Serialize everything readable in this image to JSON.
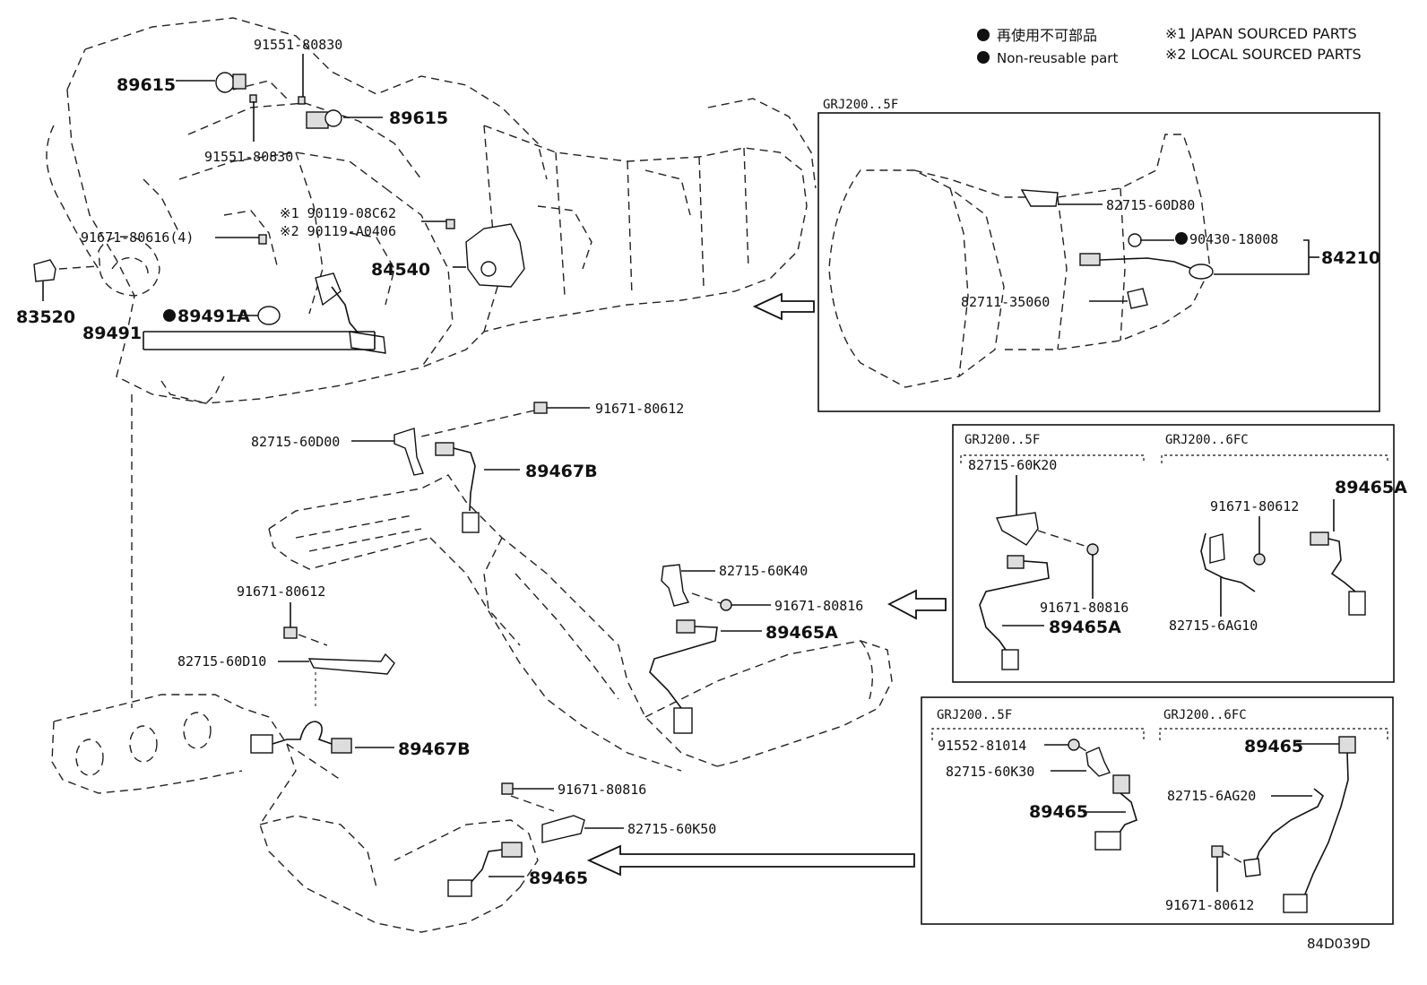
{
  "legend": {
    "japanese": "再使用不可部品",
    "english": "Non-reusable part",
    "note1": "※1 JAPAN SOURCED PARTS",
    "note2": "※2 LOCAL SOURCED PARTS"
  },
  "diagram_id": "84D039D",
  "main": {
    "p89615_left": "89615",
    "p89615_right": "89615",
    "p91551_top": "91551-80830",
    "p91551_mid": "91551-80830",
    "p90119_1": "※1 90119-08C62",
    "p90119_2": "※2 90119-A0406",
    "p91671_80616": "91671-80616(4)",
    "p83520": "83520",
    "p84540": "84540",
    "p89491": "89491",
    "p89491A": "89491A",
    "p91671_80612_top": "91671-80612",
    "p82715_60D00": "82715-60D00",
    "p89467B_top": "89467B",
    "p82715_60K40": "82715-60K40",
    "p91671_80816_mid": "91671-80816",
    "p89465A_mid": "89465A",
    "p91671_80612_left": "91671-80612",
    "p82715_60D10": "82715-60D10",
    "p89467B_bot": "89467B",
    "p91671_80816_bot": "91671-80816",
    "p82715_60K50": "82715-60K50",
    "p89465_bot": "89465"
  },
  "box1": {
    "title": "GRJ200..5F",
    "p82715_60D80": "82715-60D80",
    "p90430": "90430-18008",
    "p84210": "84210",
    "p82711": "82711-35060"
  },
  "box2": {
    "title_left": "GRJ200..5F",
    "title_right": "GRJ200..6FC",
    "p82715_60K20": "82715-60K20",
    "p91671_80816": "91671-80816",
    "p89465A_left": "89465A",
    "p91671_80612": "91671-80612",
    "p89465A_right": "89465A",
    "p82715_6AG10": "82715-6AG10"
  },
  "box3": {
    "title_left": "GRJ200..5F",
    "title_right": "GRJ200..6FC",
    "p91552": "91552-81014",
    "p82715_60K30": "82715-60K30",
    "p89465_left": "89465",
    "p89465_right": "89465",
    "p82715_6AG20": "82715-6AG20",
    "p91671_80612": "91671-80612"
  }
}
